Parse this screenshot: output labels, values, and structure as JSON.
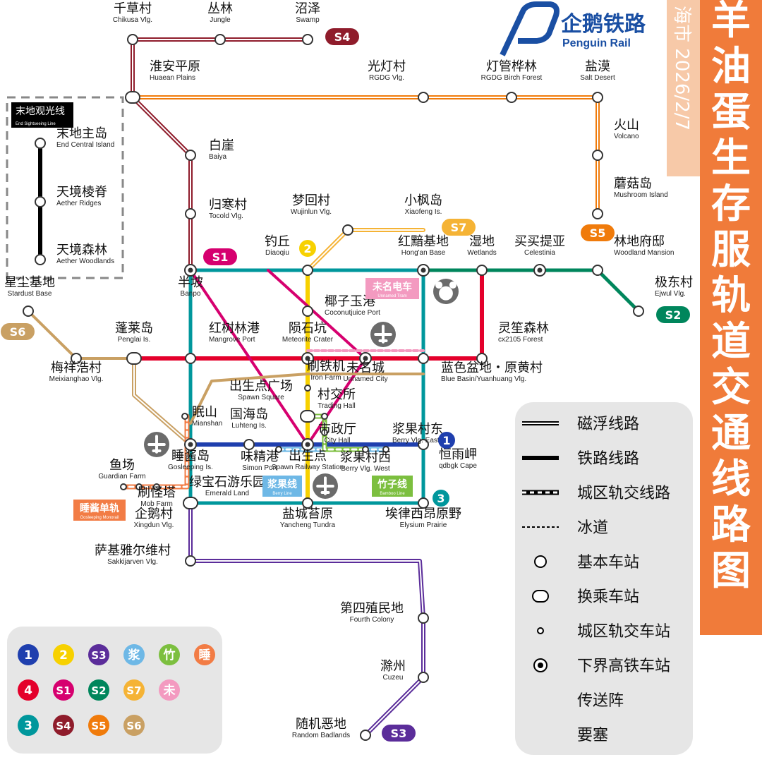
{
  "brand": {
    "name_zh": "企鹅铁路",
    "name_en": "Penguin Rail",
    "color": "#1a4fa3"
  },
  "title": {
    "text": "羊油蛋生存服轨道交通线路图",
    "region": "海市",
    "date": "2026/2/7",
    "banner_color": "#f07b3a",
    "date_bg": "#f7c9a8"
  },
  "line_colors": {
    "1": "#1f3fae",
    "2": "#f7d100",
    "3": "#00979c",
    "4": "#e4002b",
    "S1": "#d6006f",
    "S2": "#00865c",
    "S3": "#5b2d9a",
    "S4": "#8f1c2b",
    "S5": "#f07b0b",
    "S6": "#c9a063",
    "S7": "#f5b335",
    "bamboo": "#7cbf3f",
    "berry": "#6eb8e6",
    "mianshan": "#f27c45",
    "unnamed_tram": "#f39ac0",
    "sightseeing": "#000000"
  },
  "line_tags": [
    {
      "id": "S4",
      "text": "S4"
    },
    {
      "id": "S1",
      "text": "S1"
    },
    {
      "id": "S7",
      "text": "S7"
    },
    {
      "id": "S5",
      "text": "S5"
    },
    {
      "id": "S6",
      "text": "S6"
    },
    {
      "id": "S2",
      "text": "S2"
    },
    {
      "id": "S3",
      "text": "S3"
    },
    {
      "id": "1",
      "text": "1"
    },
    {
      "id": "2",
      "text": "2"
    },
    {
      "id": "3",
      "text": "3"
    }
  ],
  "named_boxes": {
    "unnamed_tram": {
      "zh": "未名电车",
      "en": "Unnamed Tram"
    },
    "berry_line": {
      "zh": "浆果线",
      "en": "Berry Line"
    },
    "bamboo_line": {
      "zh": "竹子线",
      "en": "Bamboo Line"
    },
    "gosleeping_monorail": {
      "zh": "睡酱单轨",
      "en": "Gosleeping Monorail"
    },
    "sightseeing_line": {
      "zh": "末地观光线",
      "en": "End Sightseeing Line"
    }
  },
  "stations": [
    {
      "zh": "千草村",
      "en": "Chikusa Vlg."
    },
    {
      "zh": "丛林",
      "en": "Jungle"
    },
    {
      "zh": "沼泽",
      "en": "Swamp"
    },
    {
      "zh": "淮安平原",
      "en": "Huaean Plains"
    },
    {
      "zh": "光灯村",
      "en": "RGDG Vlg."
    },
    {
      "zh": "灯管桦林",
      "en": "RGDG Birch Forest"
    },
    {
      "zh": "盐漠",
      "en": "Salt Desert"
    },
    {
      "zh": "火山",
      "en": "Volcano"
    },
    {
      "zh": "蘑菇岛",
      "en": "Mushroom Island"
    },
    {
      "zh": "白崖",
      "en": "Baiya"
    },
    {
      "zh": "归寒村",
      "en": "Tocold Vlg."
    },
    {
      "zh": "梦回村",
      "en": "Wujinlun Vlg."
    },
    {
      "zh": "小枫岛",
      "en": "Xiaofeng Is."
    },
    {
      "zh": "钓丘",
      "en": "Diaoqiu"
    },
    {
      "zh": "红黯基地",
      "en": "Hong'an Base"
    },
    {
      "zh": "湿地",
      "en": "Wetlands"
    },
    {
      "zh": "买买提亚",
      "en": "Celestinia"
    },
    {
      "zh": "林地府邸",
      "en": "Woodland Mansion"
    },
    {
      "zh": "极东村",
      "en": "Ejwul Vlg."
    },
    {
      "zh": "半坡",
      "en": "Banpo"
    },
    {
      "zh": "星尘基地",
      "en": "Stardust Base"
    },
    {
      "zh": "椰子玉港",
      "en": "Coconutjuice Port"
    },
    {
      "zh": "蓬莱岛",
      "en": "Penglai Is."
    },
    {
      "zh": "红树林港",
      "en": "Mangrove Port"
    },
    {
      "zh": "陨石坑",
      "en": "Meteorite Crater"
    },
    {
      "zh": "灵笙森林",
      "en": "cx2105 Forest"
    },
    {
      "zh": "梅祥浩村",
      "en": "Meixianghao Vlg."
    },
    {
      "zh": "刷铁机",
      "en": "Iron Farm"
    },
    {
      "zh": "未名城",
      "en": "Unnamed City"
    },
    {
      "zh": "蓝色盆地・原黄村",
      "en": "Blue Basin/Yuanhuang Vlg."
    },
    {
      "zh": "出生点广场",
      "en": "Spawn Square"
    },
    {
      "zh": "村交所",
      "en": "Trading Hall"
    },
    {
      "zh": "眠山",
      "en": "Mianshan"
    },
    {
      "zh": "国海岛",
      "en": "Luhteng Is."
    },
    {
      "zh": "市政厅",
      "en": "City Hall"
    },
    {
      "zh": "浆果村东",
      "en": "Berry Vlg. East"
    },
    {
      "zh": "恒雨岬",
      "en": "qdbgk Cape"
    },
    {
      "zh": "睡酱岛",
      "en": "Gosleeping Is."
    },
    {
      "zh": "味精港",
      "en": "Simon Port"
    },
    {
      "zh": "出生点",
      "en": "Spawn Railway Station"
    },
    {
      "zh": "浆果村西",
      "en": "Berry Vlg. West"
    },
    {
      "zh": "鱼场",
      "en": "Guardian Farm"
    },
    {
      "zh": "绿宝石游乐园",
      "en": "Emerald Land"
    },
    {
      "zh": "刷怪塔",
      "en": "Mob Farm"
    },
    {
      "zh": "企鹅村",
      "en": "Xingdun Vlg."
    },
    {
      "zh": "盐城苔原",
      "en": "Yancheng Tundra"
    },
    {
      "zh": "埃律西昂原野",
      "en": "Elysium Prairie"
    },
    {
      "zh": "萨基雅尔维村",
      "en": "Sakkijarven Vlg."
    },
    {
      "zh": "第四殖民地",
      "en": "Fourth Colony"
    },
    {
      "zh": "滁州",
      "en": "Cuzeu"
    },
    {
      "zh": "随机恶地",
      "en": "Random Badlands"
    },
    {
      "zh": "末地主岛",
      "en": "End Central Island"
    },
    {
      "zh": "天境棱脊",
      "en": "Aether Ridges"
    },
    {
      "zh": "天境森林",
      "en": "Aether Woodlands"
    }
  ],
  "legend": {
    "items": [
      {
        "icon": "maglev-line-icon",
        "label": "磁浮线路"
      },
      {
        "icon": "railway-line-icon",
        "label": "铁路线路"
      },
      {
        "icon": "urban-rail-line-icon",
        "label": "城区轨交线路"
      },
      {
        "icon": "ice-road-icon",
        "label": "冰道"
      },
      {
        "icon": "basic-station-icon",
        "label": "基本车站"
      },
      {
        "icon": "transfer-station-icon",
        "label": "换乘车站"
      },
      {
        "icon": "urban-rail-station-icon",
        "label": "城区轨交车站"
      },
      {
        "icon": "nether-hsr-station-icon",
        "label": "下界高铁车站"
      },
      {
        "icon": "teleport-array-icon",
        "label": "传送阵"
      },
      {
        "icon": "fortress-icon",
        "label": "要塞"
      }
    ]
  },
  "badges": [
    {
      "text": "1",
      "key": "1"
    },
    {
      "text": "2",
      "key": "2"
    },
    {
      "text": "S3",
      "key": "S3"
    },
    {
      "text": "浆",
      "key": "berry"
    },
    {
      "text": "竹",
      "key": "bamboo"
    },
    {
      "text": "睡",
      "key": "mianshan"
    },
    {
      "text": "4",
      "key": "4"
    },
    {
      "text": "S1",
      "key": "S1"
    },
    {
      "text": "S2",
      "key": "S2"
    },
    {
      "text": "S7",
      "key": "S7"
    },
    {
      "text": "未",
      "key": "unnamed_tram"
    },
    {
      "text": "3",
      "key": "3"
    },
    {
      "text": "S4",
      "key": "S4"
    },
    {
      "text": "S5",
      "key": "S5"
    },
    {
      "text": "S6",
      "key": "S6"
    }
  ]
}
